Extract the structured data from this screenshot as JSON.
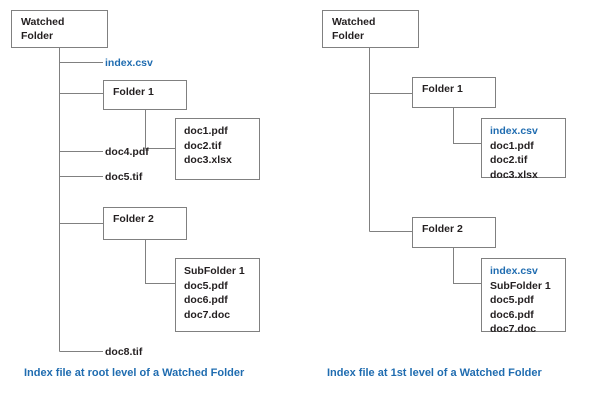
{
  "diagram": {
    "title_left": "Index file at root level of a Watched Folder",
    "title_right": "Index file at 1st level of a Watched Folder",
    "colors": {
      "accent": "#1f6cb0",
      "text": "#231f20",
      "box_border": "#808080",
      "connector": "#808080",
      "background": "#ffffff"
    },
    "left": {
      "root": {
        "line1": "Watched",
        "line2": "Folder"
      },
      "branches": [
        {
          "name": "index-csv",
          "label": "index.csv",
          "accent": true
        },
        {
          "name": "folder-1",
          "label": "Folder 1"
        },
        {
          "name": "doc4-pdf",
          "label": "doc4.pdf",
          "accent": false
        },
        {
          "name": "doc5-tif",
          "label": "doc5.tif",
          "accent": false
        },
        {
          "name": "folder-2",
          "label": "Folder 2"
        },
        {
          "name": "doc8-tif",
          "label": "doc8.tif",
          "accent": false
        }
      ],
      "folder1_files": [
        {
          "label": "doc1.pdf",
          "accent": false
        },
        {
          "label": "doc2.tif",
          "accent": false
        },
        {
          "label": "doc3.xlsx",
          "accent": false
        }
      ],
      "folder2_files": [
        {
          "label": "SubFolder 1",
          "accent": false
        },
        {
          "label": "doc5.pdf",
          "accent": false
        },
        {
          "label": "doc6.pdf",
          "accent": false
        },
        {
          "label": "doc7.doc",
          "accent": false
        }
      ]
    },
    "right": {
      "root": {
        "line1": "Watched",
        "line2": "Folder"
      },
      "branches": [
        {
          "name": "folder-1",
          "label": "Folder 1"
        },
        {
          "name": "folder-2",
          "label": "Folder 2"
        }
      ],
      "folder1_files": [
        {
          "label": "index.csv",
          "accent": true
        },
        {
          "label": "doc1.pdf",
          "accent": false
        },
        {
          "label": "doc2.tif",
          "accent": false
        },
        {
          "label": "doc3.xlsx",
          "accent": false
        }
      ],
      "folder2_files": [
        {
          "label": "index.csv",
          "accent": true
        },
        {
          "label": "SubFolder 1",
          "accent": false
        },
        {
          "label": "doc5.pdf",
          "accent": false
        },
        {
          "label": "doc6.pdf",
          "accent": false
        },
        {
          "label": "doc7.doc",
          "accent": false
        }
      ]
    }
  }
}
